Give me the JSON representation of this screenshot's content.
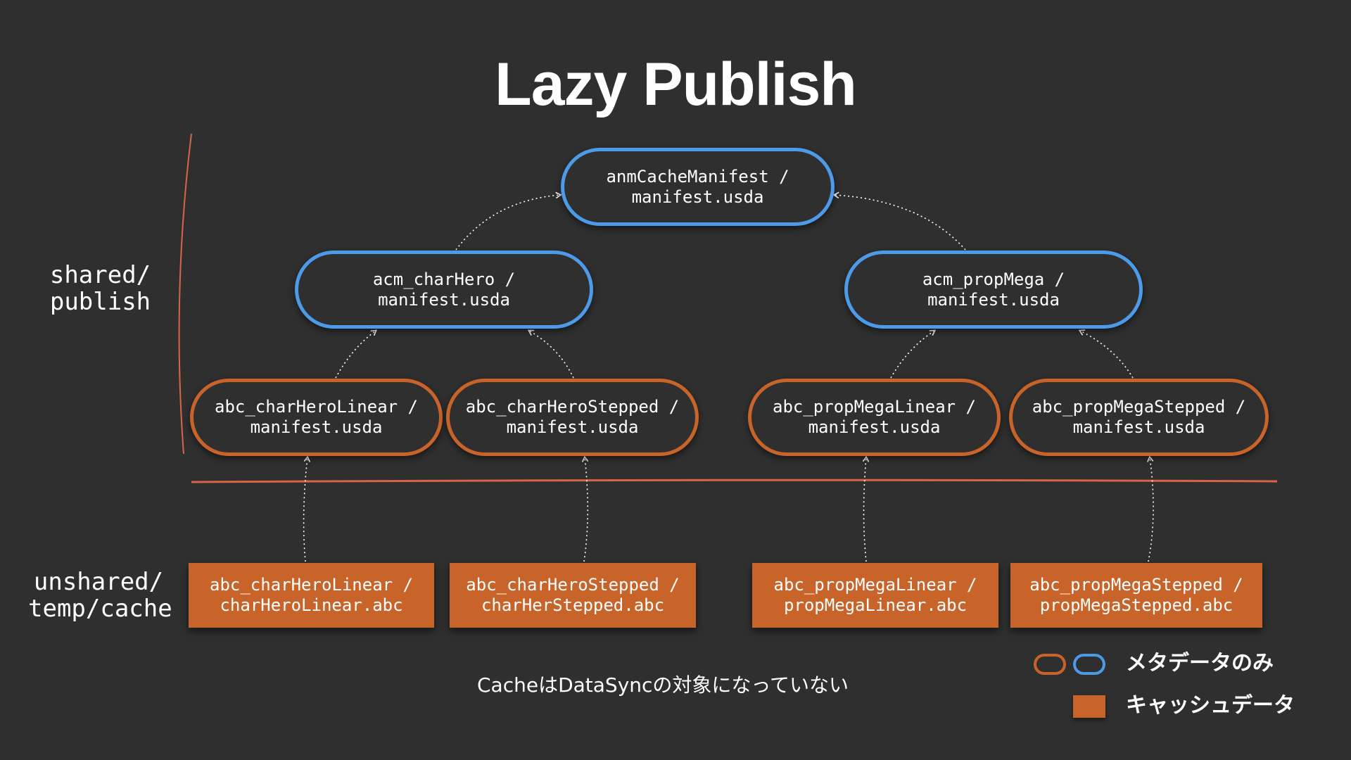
{
  "title": "Lazy Publish",
  "labels": {
    "shared": [
      "shared/",
      "publish"
    ],
    "unshared": [
      "unshared/",
      "temp/cache"
    ]
  },
  "nodes": {
    "root": [
      "anmCacheManifest /",
      "manifest.usda"
    ],
    "acm_charHero": [
      "acm_charHero /",
      "manifest.usda"
    ],
    "acm_propMega": [
      "acm_propMega /",
      "manifest.usda"
    ],
    "abc_charHeroLinear": [
      "abc_charHeroLinear /",
      "manifest.usda"
    ],
    "abc_charHeroStepped": [
      "abc_charHeroStepped /",
      "manifest.usda"
    ],
    "abc_propMegaLinear": [
      "abc_propMegaLinear /",
      "manifest.usda"
    ],
    "abc_propMegaStepped": [
      "abc_propMegaStepped /",
      "manifest.usda"
    ],
    "cache_charHeroLinear": [
      "abc_charHeroLinear /",
      "charHeroLinear.abc"
    ],
    "cache_charHeroStepped": [
      "abc_charHeroStepped /",
      "charHerStepped.abc"
    ],
    "cache_propMegaLinear": [
      "abc_propMegaLinear /",
      "propMegaLinear.abc"
    ],
    "cache_propMegaStepped": [
      "abc_propMegaStepped /",
      "propMegaStepped.abc"
    ]
  },
  "note": "CacheはDataSyncの対象になっていない",
  "legend": {
    "metadata_only": "メタデータのみ",
    "cache_data": "キャッシュデータ"
  },
  "colors": {
    "background": "#2f2f30",
    "blue": "#4d9ae8",
    "orange": "#c8642a",
    "divider": "#d9644a"
  }
}
